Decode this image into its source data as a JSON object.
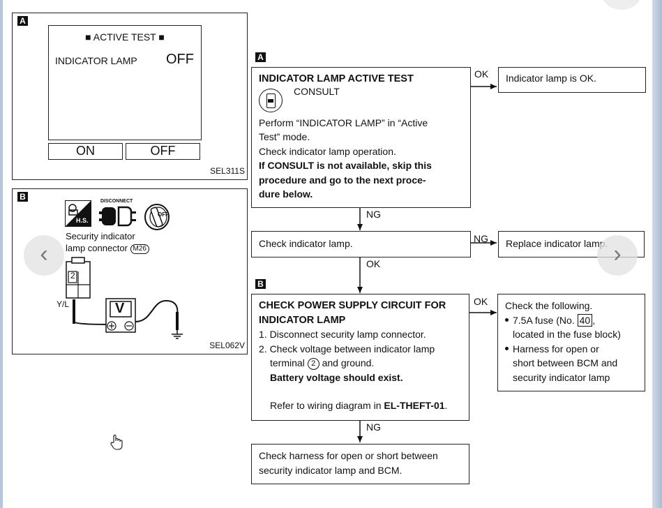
{
  "panel_a": {
    "tag": "A",
    "screen_title": "■ ACTIVE TEST ■",
    "item_label": "INDICATOR LAMP",
    "item_value": "OFF",
    "btn_on": "ON",
    "btn_off": "OFF",
    "code": "SEL311S"
  },
  "panel_b": {
    "tag": "B",
    "icon_label": "DISCONNECT",
    "hs_label": "H.S.",
    "off_label": "OFF",
    "connector_line1": "Security indicator",
    "connector_line2": "lamp connector",
    "connector_id": "M26",
    "terminal": "2",
    "wire": "Y/L",
    "meter": "V",
    "code": "SEL062V"
  },
  "flow": {
    "step_a_tag": "A",
    "step_a_title": "INDICATOR LAMP ACTIVE TEST",
    "step_a_consult": "CONSULT",
    "step_a_l1": "Perform “INDICATOR LAMP” in “Active",
    "step_a_l2": "Test” mode.",
    "step_a_l3": "Check indicator lamp operation.",
    "step_a_b1": "If CONSULT is not available, skip this",
    "step_a_b2": "procedure and go to the next proce-",
    "step_a_b3": "dure below.",
    "ok_a": "OK",
    "ok_a_result": "Indicator lamp is OK.",
    "ng_a": "NG",
    "check_lamp": "Check indicator lamp.",
    "ng_lamp": "NG",
    "replace_lamp": "Replace indicator lamp.",
    "ok_lamp": "OK",
    "step_b_tag": "B",
    "step_b_title1": "CHECK POWER SUPPLY CIRCUIT FOR",
    "step_b_title2": "INDICATOR LAMP",
    "step_b_1": "1. Disconnect security lamp connector.",
    "step_b_2a": "2. Check voltage between indicator lamp",
    "step_b_2b_pre": "terminal",
    "step_b_2b_num": "2",
    "step_b_2b_post": "and ground.",
    "step_b_bold": "Battery voltage should exist.",
    "step_b_ref_pre": "Refer to wiring diagram in",
    "step_b_ref_code": "EL-THEFT-01",
    "ok_b": "OK",
    "check_following": "Check the following.",
    "fuse_pre": "7.5A fuse (No.",
    "fuse_num": "40",
    "fuse_post": ",",
    "fuse_l2": "located in the fuse block)",
    "harness_l1": "Harness for open or",
    "harness_l2": "short between BCM and",
    "harness_l3": "security indicator lamp",
    "ng_b": "NG",
    "final_l1": "Check harness for open or short between",
    "final_l2": "security indicator lamp and BCM."
  },
  "nav": {
    "prev": "‹",
    "next": "›"
  }
}
